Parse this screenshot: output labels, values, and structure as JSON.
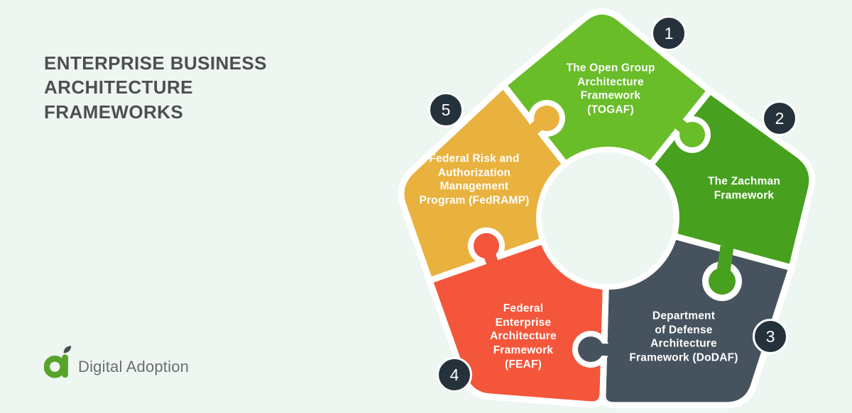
{
  "title": "ENTERPRISE BUSINESS\nARCHITECTURE\nFRAMEWORKS",
  "logo": {
    "text": "Digital Adoption",
    "glyph_color": "#58a32a",
    "leaf_color": "#4d4d4d"
  },
  "diagram": {
    "type": "pentagon-puzzle",
    "background": "#edf6f0",
    "badge_color": "#25313b",
    "badge_text_color": "#ffffff",
    "label_text_color": "#ffffff",
    "pieces": [
      {
        "number": "1",
        "label": "The Open Group\nArchitecture\nFramework\n(TOGAF)",
        "color": "#69bd28"
      },
      {
        "number": "2",
        "label": "The Zachman\nFramework",
        "color": "#47a01e"
      },
      {
        "number": "3",
        "label": "Department\nof Defense\nArchitecture\nFramework (DoDAF)",
        "color": "#46535e"
      },
      {
        "number": "4",
        "label": "Federal\nEnterprise\nArchitecture\nFramework\n(FEAF)",
        "color": "#f4563b"
      },
      {
        "number": "5",
        "label": "Federal Risk and\nAuthorization\nManagement\nProgram (FedRAMP)",
        "color": "#e9b23e"
      }
    ]
  }
}
